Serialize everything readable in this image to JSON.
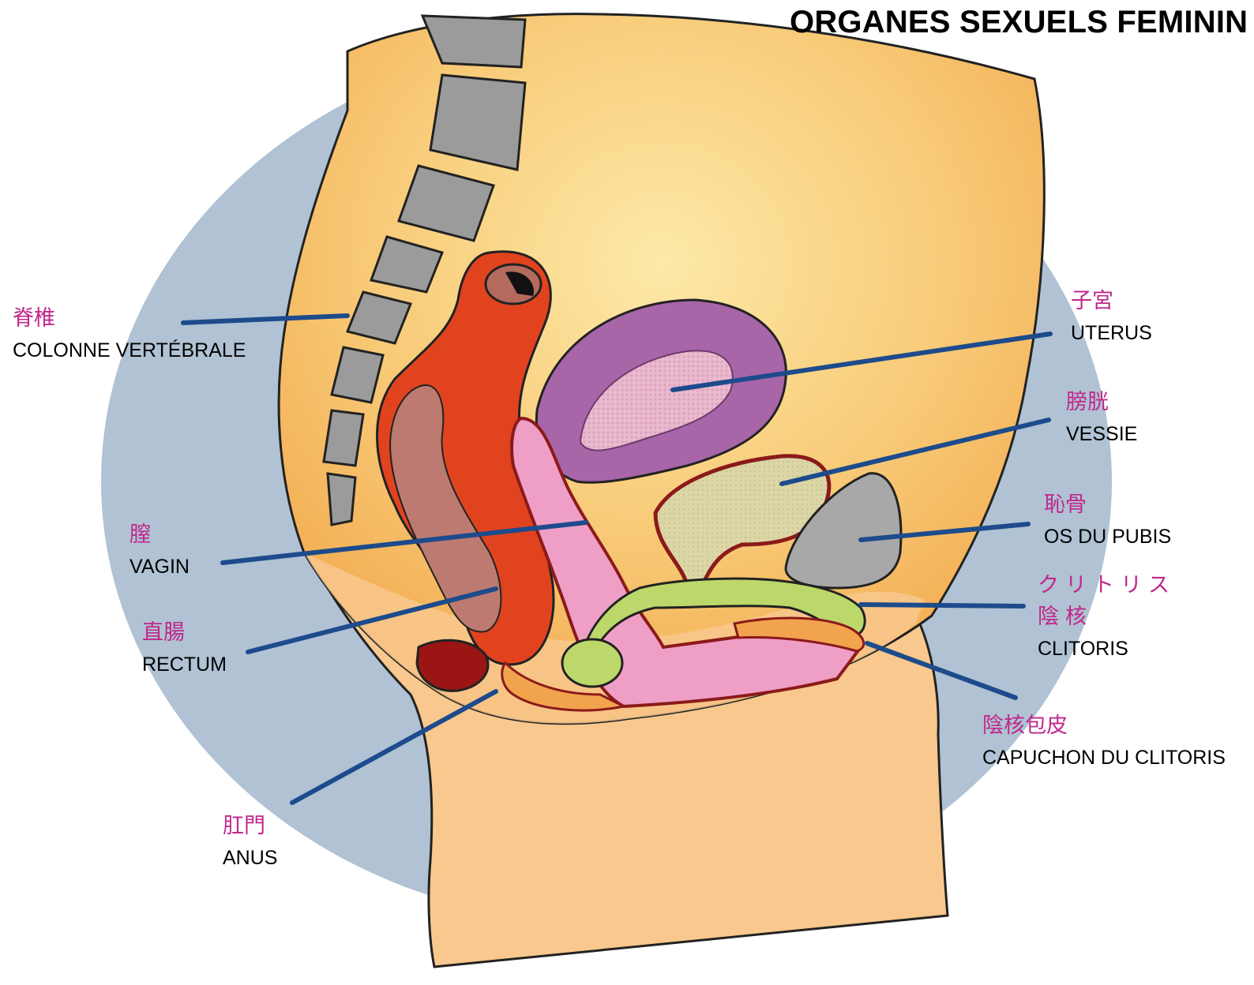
{
  "title": "ORGANES SEXUELS FEMININ",
  "colors": {
    "background_disc": "#b0c2d3",
    "body_skin": "#f6b95c",
    "body_skin_light": "#fbd89a",
    "leg_skin": "#f8c88e",
    "spine_bone": "#9b9b9b",
    "rectum": "#e2431f",
    "rectum_inner": "#bd7a70",
    "uterus": "#a865a8",
    "uterus_cavity": "#e9b3c8",
    "bladder": "#d9d4a4",
    "bladder_wall": "#8b1a1a",
    "vagina": "#ef9fc6",
    "clitoris": "#bcd86a",
    "pubic_bone": "#a8a8a8",
    "anus": "#9b1515",
    "leader_line": "#1d4b8c",
    "jp_label": "#c0288c"
  },
  "labels": [
    {
      "id": "spine",
      "jp": "脊椎",
      "fr": "COLONNE VERTÉBRALE"
    },
    {
      "id": "uterus",
      "jp": "子宮",
      "fr": "UTERUS"
    },
    {
      "id": "bladder",
      "jp": "膀胱",
      "fr": "VESSIE"
    },
    {
      "id": "pubis",
      "jp": "恥骨",
      "fr": "OS DU PUBIS"
    },
    {
      "id": "vagina",
      "jp": "膣",
      "fr": "VAGIN"
    },
    {
      "id": "clitoris",
      "jp": "クリトリス　陰核",
      "fr": "CLITORIS"
    },
    {
      "id": "rectum",
      "jp": "直腸",
      "fr": "RECTUM"
    },
    {
      "id": "hood",
      "jp": "陰核包皮",
      "fr": "CAPUCHON DU CLITORIS"
    },
    {
      "id": "anus",
      "jp": "肛門",
      "fr": "ANUS"
    }
  ]
}
